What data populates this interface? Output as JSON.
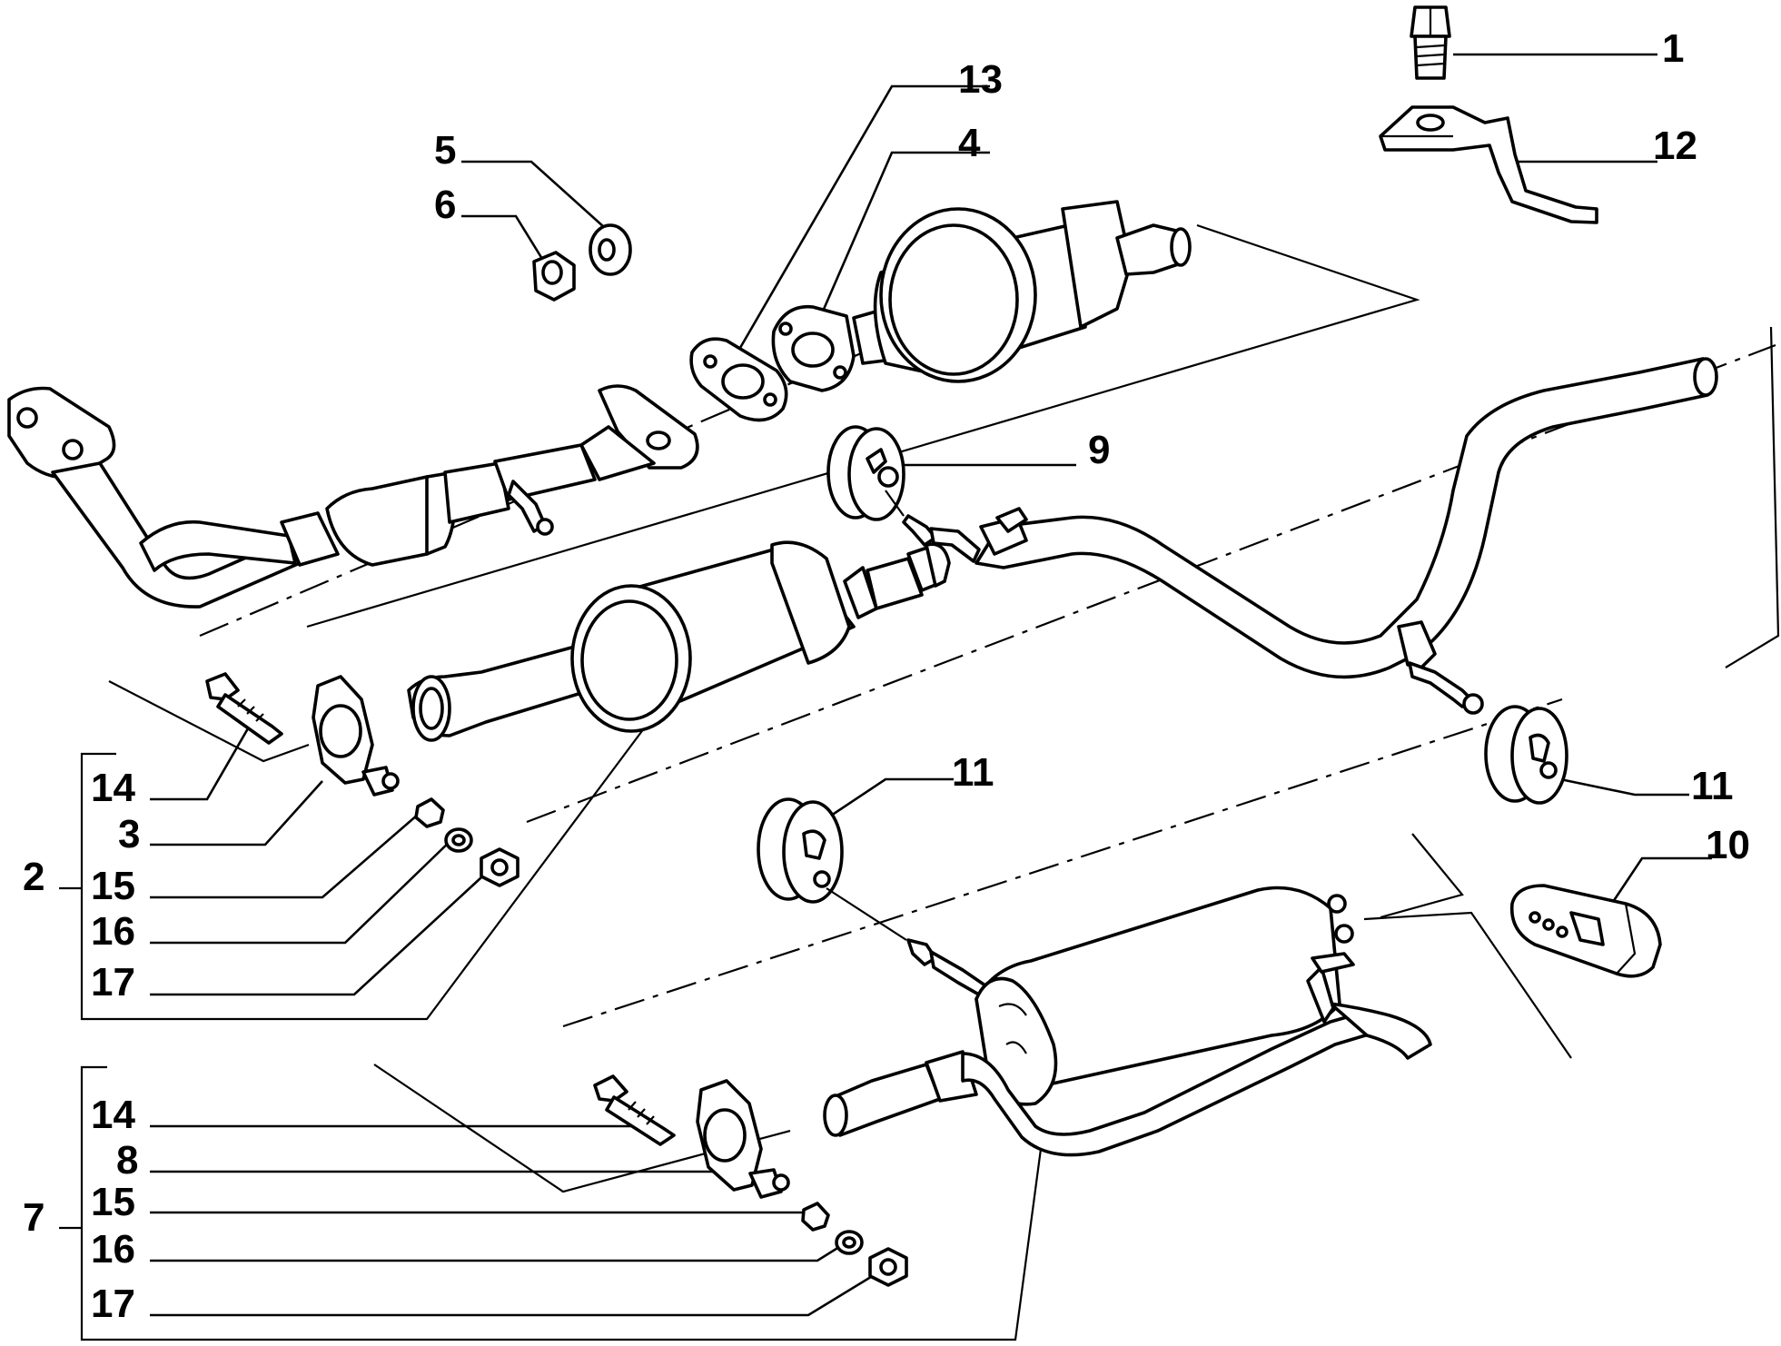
{
  "labels": {
    "l1": "1",
    "l2": "2",
    "l3": "3",
    "l4": "4",
    "l5": "5",
    "l6": "6",
    "l7": "7",
    "l8": "8",
    "l9": "9",
    "l10": "10",
    "l11a": "11",
    "l11b": "11",
    "l12": "12",
    "l13": "13",
    "l14a": "14",
    "l14b": "14",
    "l15a": "15",
    "l15b": "15",
    "l16a": "16",
    "l16b": "16",
    "l17a": "17",
    "l17b": "17"
  }
}
